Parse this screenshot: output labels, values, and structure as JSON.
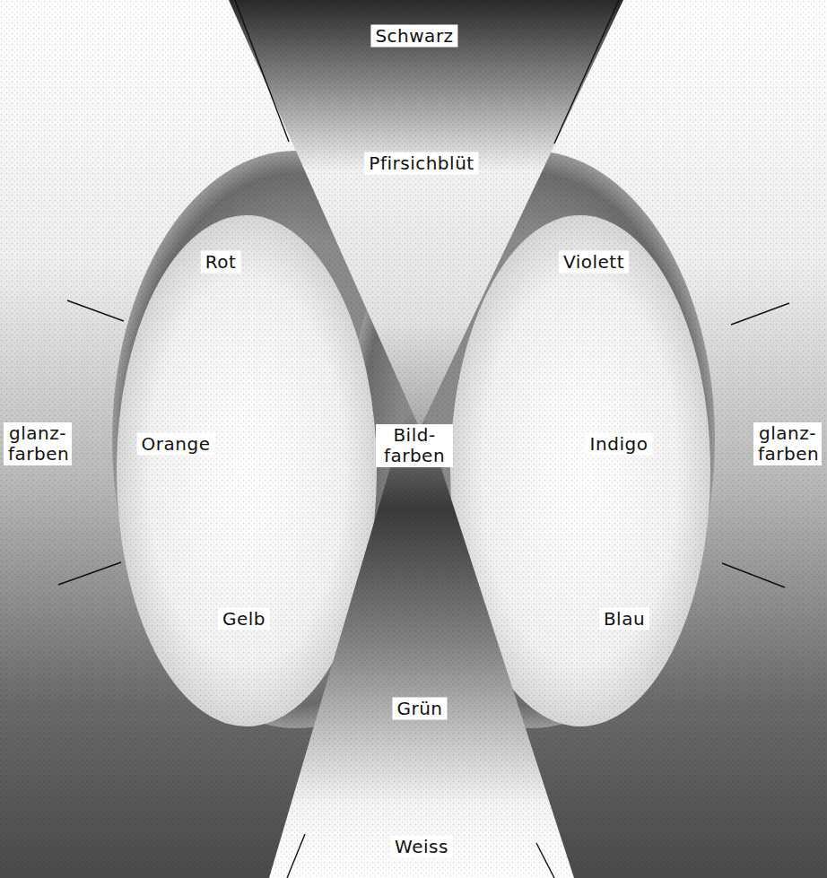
{
  "diagram": {
    "labels": [
      "Schwarz",
      "Pfirsichblüt",
      "Rot",
      "Violett",
      "glanz- farben",
      "Orange",
      "Bild- farben",
      "Indigo",
      "glanz- farben",
      "Gelb",
      "Blau",
      "Grün",
      "Weiss"
    ]
  }
}
